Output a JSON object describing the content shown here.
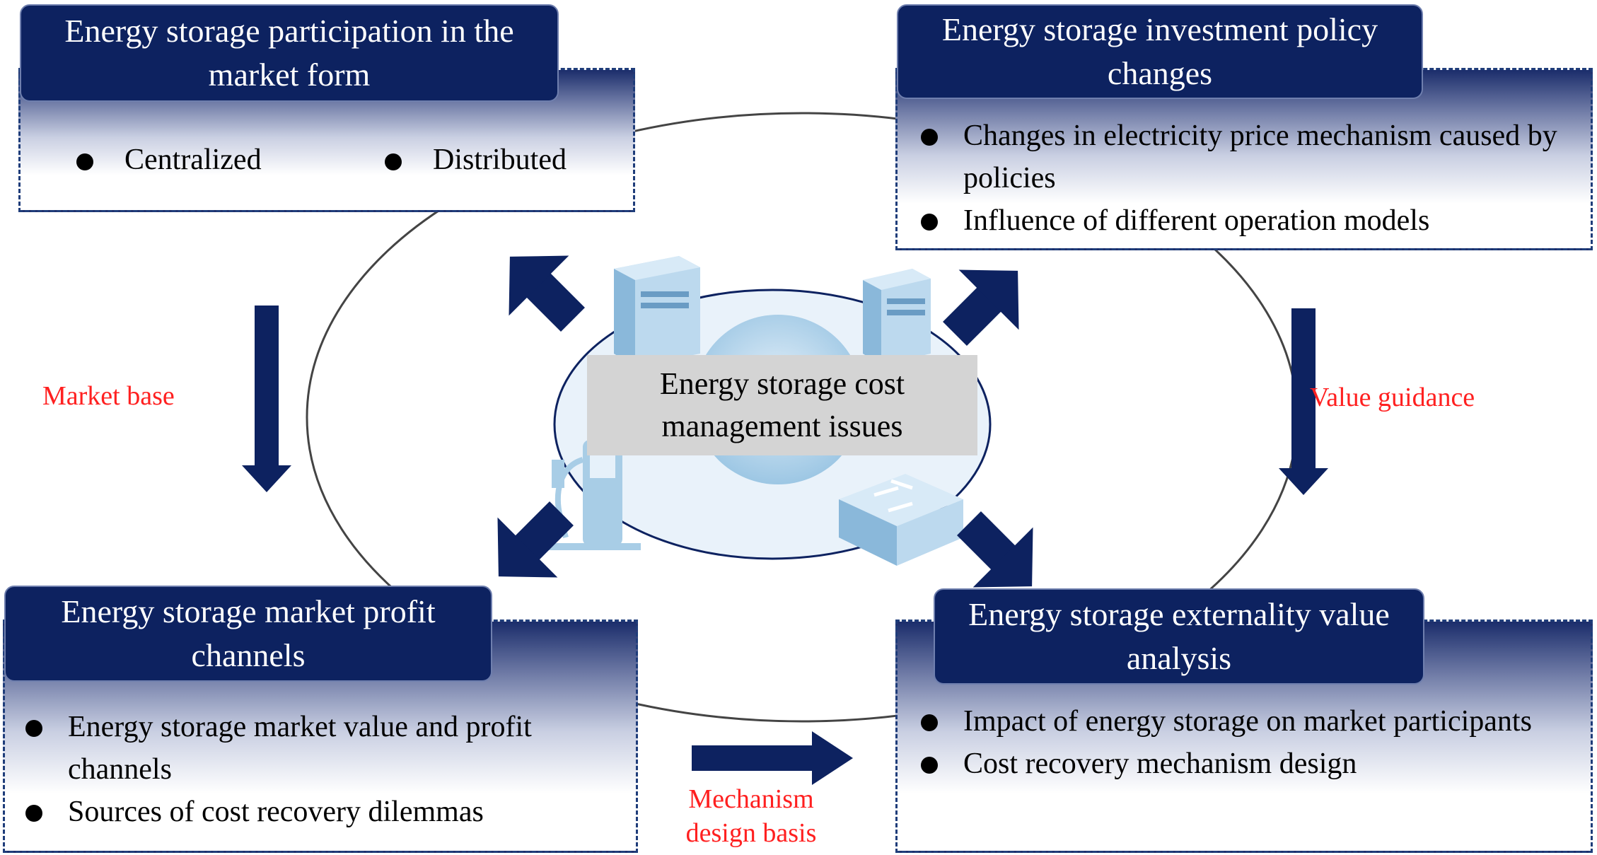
{
  "panels": {
    "top_left": {
      "title": "Energy storage participation in the market form",
      "items": [
        "Centralized",
        "Distributed"
      ]
    },
    "top_right": {
      "title": "Energy storage investment policy changes",
      "items": [
        "Changes in electricity price mechanism caused by policies",
        "Influence of different operation models"
      ]
    },
    "bottom_left": {
      "title": "Energy storage market profit channels",
      "items": [
        " Energy storage market value and profit channels",
        "Sources of cost recovery dilemmas"
      ]
    },
    "bottom_right": {
      "title": "Energy storage externality value analysis",
      "items": [
        "Impact of energy storage on market participants",
        "Cost recovery mechanism design"
      ]
    }
  },
  "center": {
    "label": "Energy storage cost management issues"
  },
  "flows": {
    "left": "Market base",
    "right": "Value guidance",
    "bottom": "Mechanism design basis"
  },
  "colors": {
    "navy": "#0d2260",
    "red_label": "#ff2020",
    "icon_blue": "#a8cde6"
  }
}
